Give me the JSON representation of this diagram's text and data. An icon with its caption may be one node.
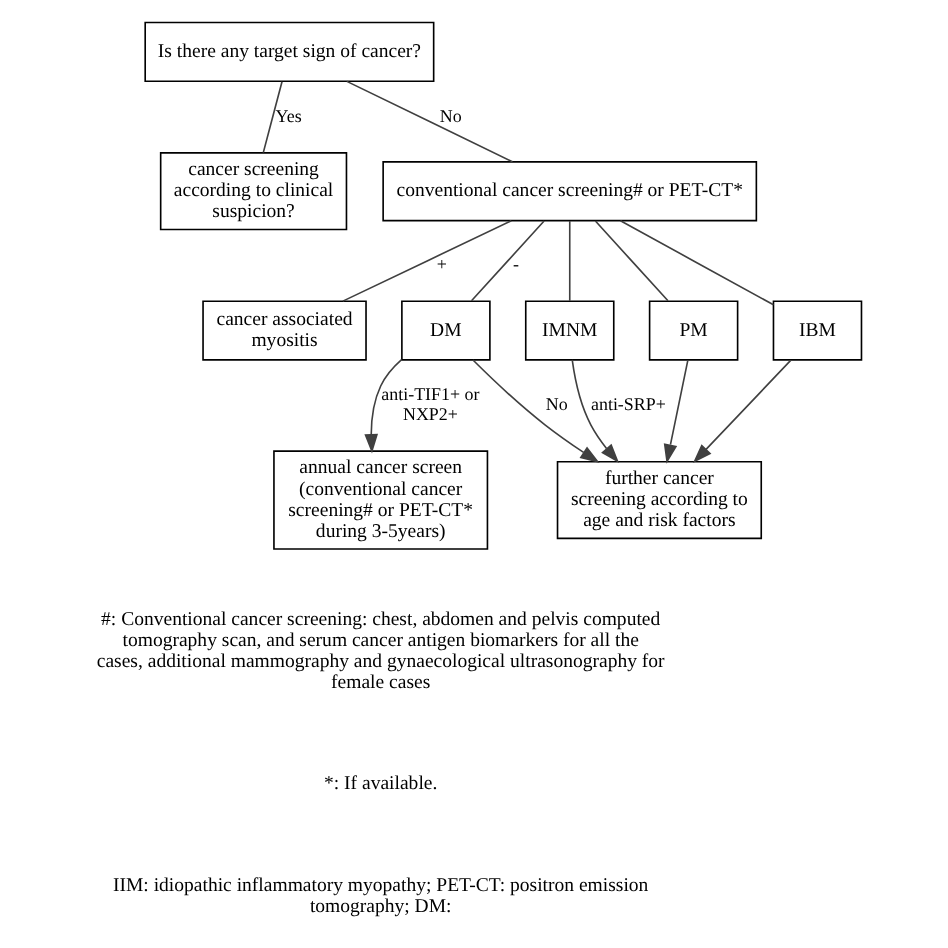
{
  "diagram": {
    "nodes": [
      {
        "text": [
          "Is there any target sign of cancer?"
        ]
      },
      {
        "text": [
          "cancer screening according to clinical suspicion?"
        ]
      },
      {
        "text": [
          "conventional cancer screening# or PET-CT*"
        ]
      },
      {
        "text": [
          "cancer associated myositis"
        ]
      },
      {
        "text": [
          "DM"
        ]
      },
      {
        "text": [
          "IMNM"
        ]
      },
      {
        "text": [
          "PM"
        ]
      },
      {
        "text": [
          "IBM"
        ]
      },
      {
        "text": [
          "further cancer screening according to age and risk factors"
        ]
      },
      {
        "text": [
          "annual cancer screen (conventional cancer screening# or PET-CT* during 3-5years)"
        ]
      }
    ],
    "edges": [
      {
        "from": 0,
        "to": 1,
        "arrow": "none",
        "label": "Yes"
      },
      {
        "from": 0,
        "to": 2,
        "arrow": "none",
        "label": "No"
      },
      {
        "from": 2,
        "to": 4,
        "arrow": "none",
        "label": "-"
      },
      {
        "from": 2,
        "to": 5,
        "arrow": "none"
      },
      {
        "from": 2,
        "to": 6,
        "arrow": "none"
      },
      {
        "from": 2,
        "to": 7,
        "arrow": "none"
      },
      {
        "from": 2,
        "to": 3,
        "arrow": "none",
        "label": "+"
      },
      {
        "from": 4,
        "to": 9,
        "arrow": "to",
        "label": "anti-TIF1+ or NXP2+"
      },
      {
        "from": 4,
        "to": 8,
        "arrow": "to",
        "label": "No"
      },
      {
        "from": 5,
        "to": 8,
        "arrow": "to",
        "label": "anti-SRP+"
      },
      {
        "from": 6,
        "to": 8,
        "arrow": "to"
      },
      {
        "from": 7,
        "to": 8,
        "arrow": "to"
      }
    ],
    "labels": [
      "#: Conventional cancer screening: chest, abdomen and pelvis computed tomography scan, and serum cancer antigen biomarkers for all the cases, additional mammography and gynaecological ultrasonography for female cases",
      "*: If available.",
      "IIM: idiopathic inflammatory myopathy; PET-CT: positron emission tomography; DM:"
    ]
  }
}
